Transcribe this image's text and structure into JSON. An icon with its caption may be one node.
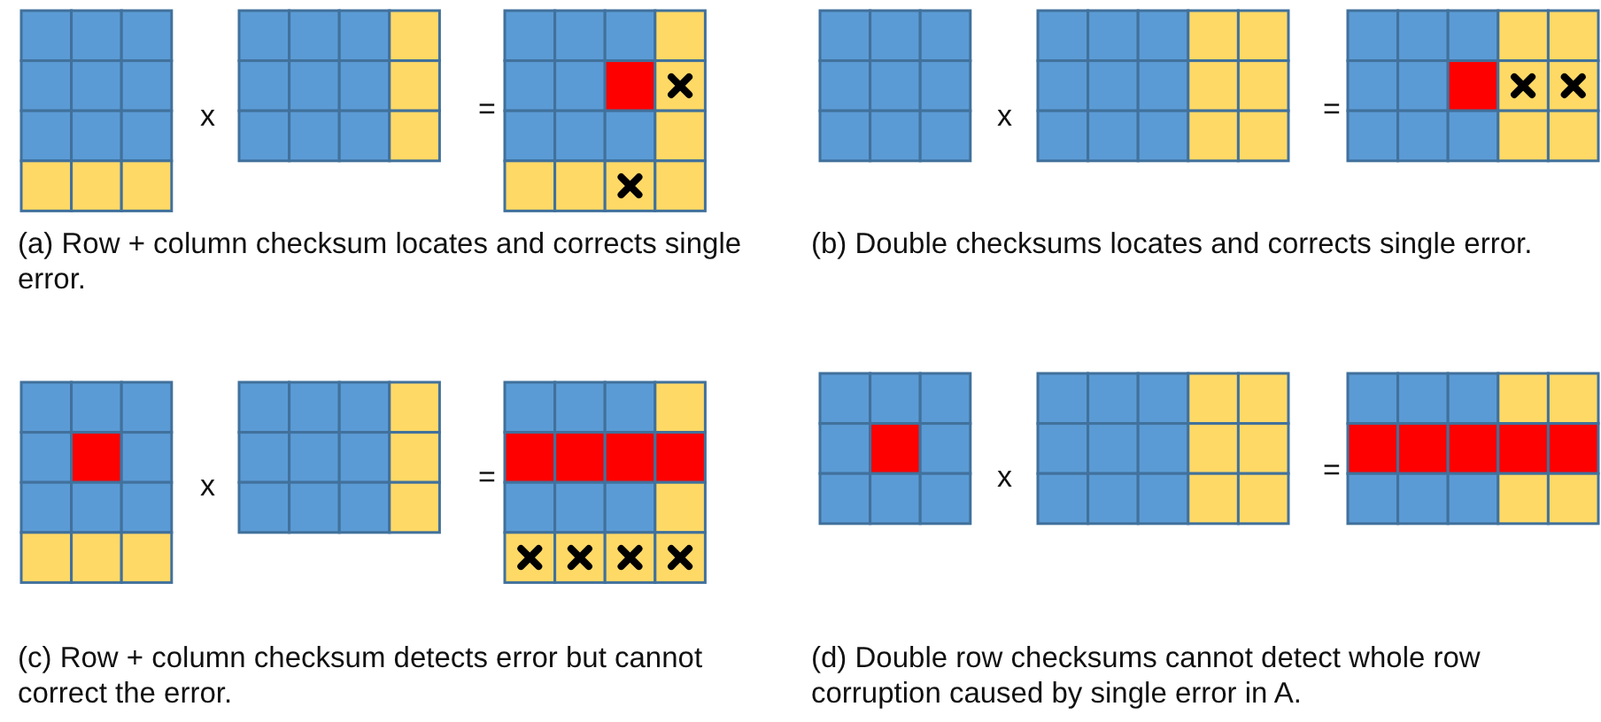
{
  "diagram": {
    "labels": [
      "x",
      "=",
      "x",
      "=",
      "(a) Row + column checksum locates and corrects single error.",
      "(b) Double checksums locates and corrects single error.",
      "x",
      "=",
      "x",
      "=",
      "(c) Row + column checksum detects error but cannot correct the error.",
      "(d) Double row checksums cannot detect whole row corruption caused by single error in A."
    ]
  }
}
